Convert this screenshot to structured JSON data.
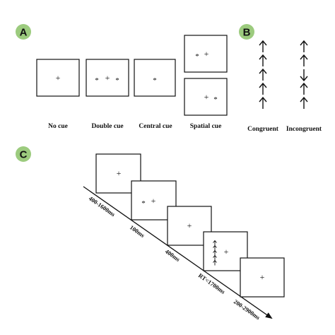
{
  "badges": {
    "a": "A",
    "b": "B",
    "c": "C"
  },
  "colors": {
    "badge": "#9ccb7e",
    "ink": "#111111",
    "background": "#ffffff"
  },
  "panel_a": {
    "labels": {
      "no_cue": "No cue",
      "double_cue": "Double cue",
      "central_cue": "Central cue",
      "spatial_cue": "Spatial cue"
    },
    "symbols": {
      "fixation": "+",
      "cue": "*"
    }
  },
  "panel_b": {
    "congruent": "Congruent",
    "incongruent": "Incongruent"
  },
  "panel_c": {
    "durations": {
      "d1": "400-1600ms",
      "d2": "100ms",
      "d3": "400ms",
      "d4": "RT<1700ms",
      "d5": "200-2900ms"
    }
  }
}
